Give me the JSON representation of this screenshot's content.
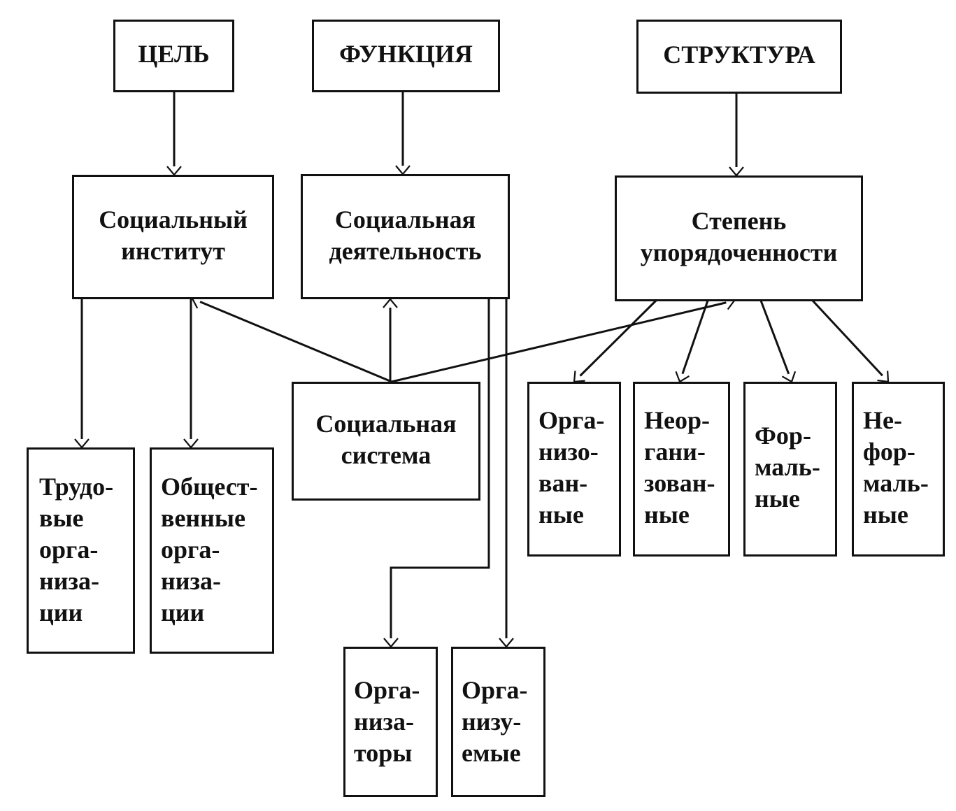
{
  "nodes": {
    "goal": "ЦЕЛЬ",
    "function": "ФУНКЦИЯ",
    "structure": "СТРУКТУРА",
    "social_institute": "Социальный\nинститут",
    "social_activity": "Социальная\nдеятельность",
    "degree_of_order": "Степень\nупорядоченности",
    "social_system": "Социальная\nсистема",
    "labor_organizations": "Трудо-\nвые\nорга-\nниза-\nции",
    "public_organizations": "Общест-\nвенные\nорга-\nниза-\nции",
    "organized": "Орга-\nнизо-\nван-\nные",
    "unorganized": "Неор-\nгани-\nзован-\nные",
    "formal": "Фор-\nмаль-\nные",
    "informal": "Не-\nфор-\nмаль-\nные",
    "organizers": "Орга-\nниза-\nторы",
    "organized_ones": "Орга-\nнизу-\nемые"
  },
  "edges": [
    {
      "from": "goal",
      "to": "social_institute"
    },
    {
      "from": "function",
      "to": "social_activity"
    },
    {
      "from": "structure",
      "to": "degree_of_order"
    },
    {
      "from": "social_system",
      "to": "social_institute"
    },
    {
      "from": "social_system",
      "to": "social_activity"
    },
    {
      "from": "social_system",
      "to": "degree_of_order"
    },
    {
      "from": "social_institute",
      "to": "labor_organizations"
    },
    {
      "from": "social_institute",
      "to": "public_organizations"
    },
    {
      "from": "social_activity",
      "to": "organizers"
    },
    {
      "from": "social_activity",
      "to": "organized_ones"
    },
    {
      "from": "degree_of_order",
      "to": "organized"
    },
    {
      "from": "degree_of_order",
      "to": "unorganized"
    },
    {
      "from": "degree_of_order",
      "to": "formal"
    },
    {
      "from": "degree_of_order",
      "to": "informal"
    }
  ]
}
